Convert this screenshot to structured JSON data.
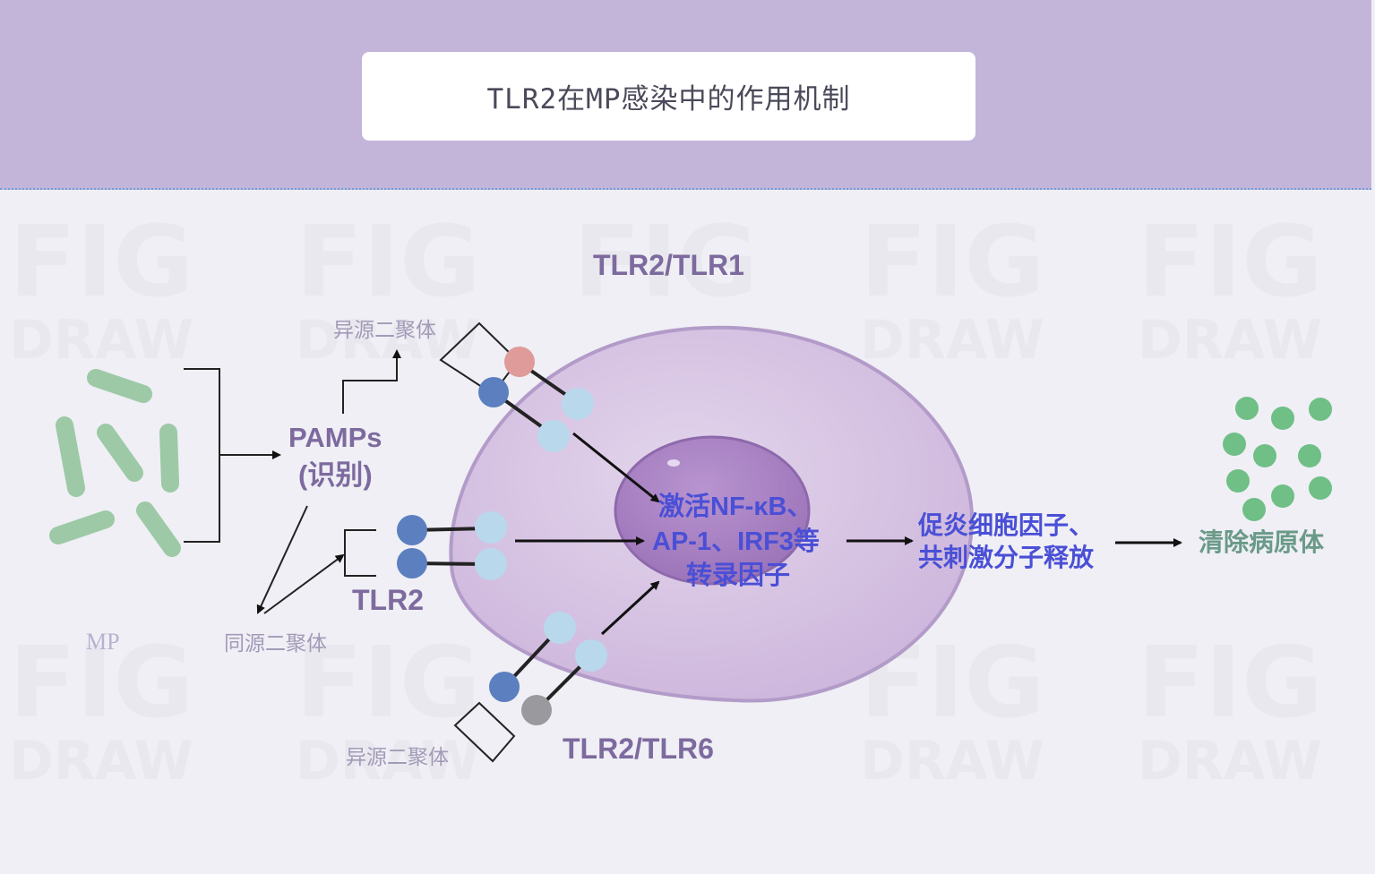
{
  "title": "TLR2在MP感染中的作用机制",
  "watermark": {
    "line1": "FIG",
    "line2": "DRAW"
  },
  "labels": {
    "tlr2_tlr1": "TLR2/TLR1",
    "hetero_dimer_top": "异源二聚体",
    "pamps_line1": "PAMPs",
    "pamps_line2": "(识别)",
    "tlr2": "TLR2",
    "homo_dimer": "同源二聚体",
    "mp": "MP",
    "transcription_line1": "激活NF-κB、",
    "transcription_line2": "AP-1、IRF3等",
    "transcription_line3": "转录因子",
    "cytokines_line1": "促炎细胞因子、",
    "cytokines_line2": "共刺激分子释放",
    "clearance": "清除病原体",
    "hetero_dimer_bottom": "异源二聚体",
    "tlr2_tlr6": "TLR2/TLR6"
  },
  "colors": {
    "header": "#c3b4da",
    "cell_fill": "#d7c5e3",
    "nucleus": "#a57ec2",
    "bacteria": "#9dc9a6",
    "pathogen_dots": "#6fbf86",
    "tlr2_dark": "#5c7fbf",
    "tlr2_light": "#b9d8ec",
    "tlr1_pink": "#df9a9a",
    "tlr6_grey": "#9a9a9e",
    "text_purple": "#7d6a9e",
    "text_blue": "#4a4fd6"
  }
}
